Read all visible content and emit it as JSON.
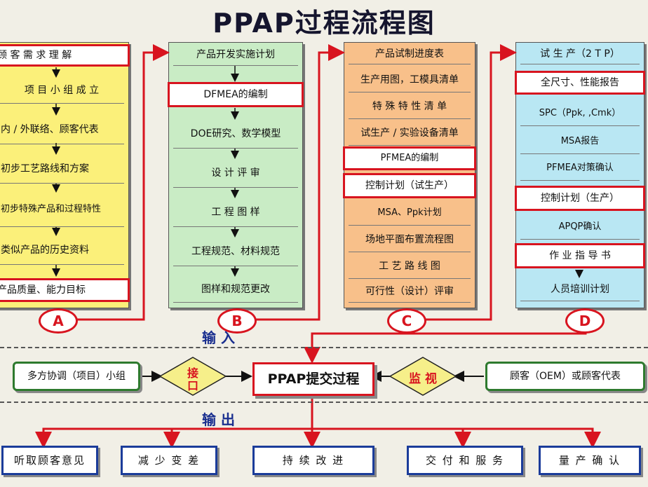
{
  "title": "PPAP过程流程图",
  "columns": {
    "a": {
      "items": [
        "顾 客 需 求 理 解",
        "项 目 小 组 成 立",
        "内 / 外联络、顾客代表",
        "初步工艺路线和方案",
        "初步特殊产品和过程特性",
        "类似产品的历史资料",
        "产品质量、能力目标"
      ],
      "label": "A"
    },
    "b": {
      "items": [
        "产品开发实施计划",
        "DFMEA的编制",
        "DOE研究、数学模型",
        "设  计  评  审",
        "工   程  图  样",
        "工程规范、材料规范",
        "图样和规范更改"
      ],
      "label": "B"
    },
    "c": {
      "items": [
        "产品试制进度表",
        "生产用图，工模具清单",
        "特 殊 特 性 清 单",
        "试生产 / 实验设备清单",
        "PFMEA的编制",
        "控制计划（试生产）",
        "MSA、Ppk计划",
        "场地平面布置流程图",
        "工 艺 路 线 图",
        "可行性（设计）评审"
      ],
      "label": "C"
    },
    "d": {
      "items": [
        "试 生 产（2 T P）",
        "全尺寸、性能报告",
        "SPC（Ppk, ,Cmk）",
        "MSA报告",
        "PFMEA对策确认",
        "控制计划（生产）",
        "APQP确认",
        "作 业 指 导 书",
        "人员培训计划"
      ],
      "label": "D"
    }
  },
  "input_label": "输      入",
  "output_label": "输      出",
  "left_box": "多方协调（项目）小组",
  "left_diamond": "接口",
  "center_box": "PPAP提交过程",
  "right_diamond": "监 视",
  "right_box": "顾客（OEM）或顾客代表",
  "outputs": [
    "听取顾客意见",
    "减 少 变 差",
    "持 续 改 进",
    "交 付 和 服 务",
    "量 产 确 认"
  ]
}
